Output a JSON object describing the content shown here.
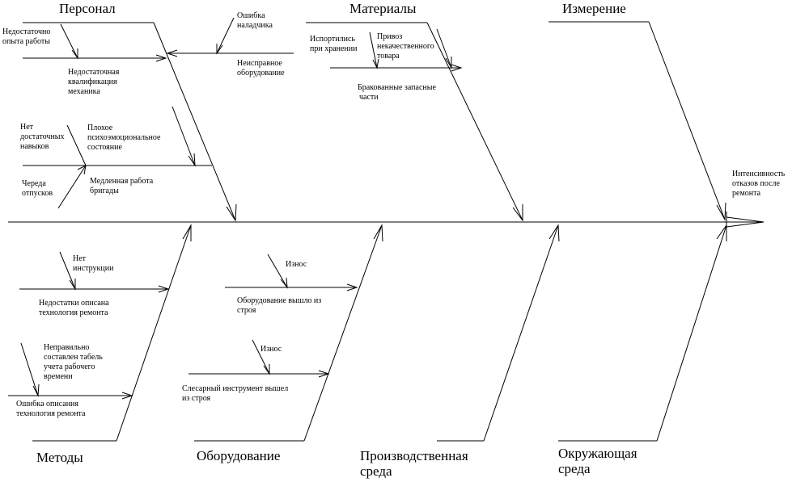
{
  "diagram": {
    "effect": [
      "Интенсивность",
      "отказов после",
      "ремонта"
    ],
    "categories": {
      "personnel": [
        "Персонал"
      ],
      "materials": [
        "Материалы"
      ],
      "measurement": [
        "Измерение"
      ],
      "methods": [
        "Методы"
      ],
      "equipment": [
        "Оборудование"
      ],
      "production": [
        "Производственная",
        "среда"
      ],
      "environment": [
        "Окружающая",
        "среда"
      ]
    },
    "causes": {
      "p1": [
        "Недостаточно",
        "опыта работы"
      ],
      "p2": [
        "Недостаточная",
        "квалификация",
        "механика"
      ],
      "p3": [
        "Ошибка",
        "наладчика"
      ],
      "p4": [
        "Неисправное",
        "оборудование"
      ],
      "p5": [
        "Нет",
        "достаточных",
        "навыков"
      ],
      "p6": [
        "Плохое",
        "психоэмоциональное",
        "состояние"
      ],
      "p7": [
        "Череда",
        "отпусков"
      ],
      "p8": [
        "Медленная работа",
        "бригады"
      ],
      "m1": [
        "Испортились",
        "при хранении"
      ],
      "m2": [
        "Привоз",
        "некачественного",
        "товара"
      ],
      "m3": [
        "Бракованные запасные",
        "части"
      ],
      "me1": [
        "Нет",
        "инструкции"
      ],
      "me2": [
        "Недостатки описана",
        "технология ремонта"
      ],
      "me3": [
        "Неправильно",
        "составлен табель",
        "учета рабочего",
        "времени"
      ],
      "me4": [
        "Ошибка описания",
        "технология ремонта"
      ],
      "e1": [
        "Износ"
      ],
      "e2": [
        "Оборудование вышло из",
        "строя"
      ],
      "e3": [
        "Износ"
      ],
      "e4": [
        "Слесарный инструмент вышел",
        "из строя"
      ]
    }
  }
}
